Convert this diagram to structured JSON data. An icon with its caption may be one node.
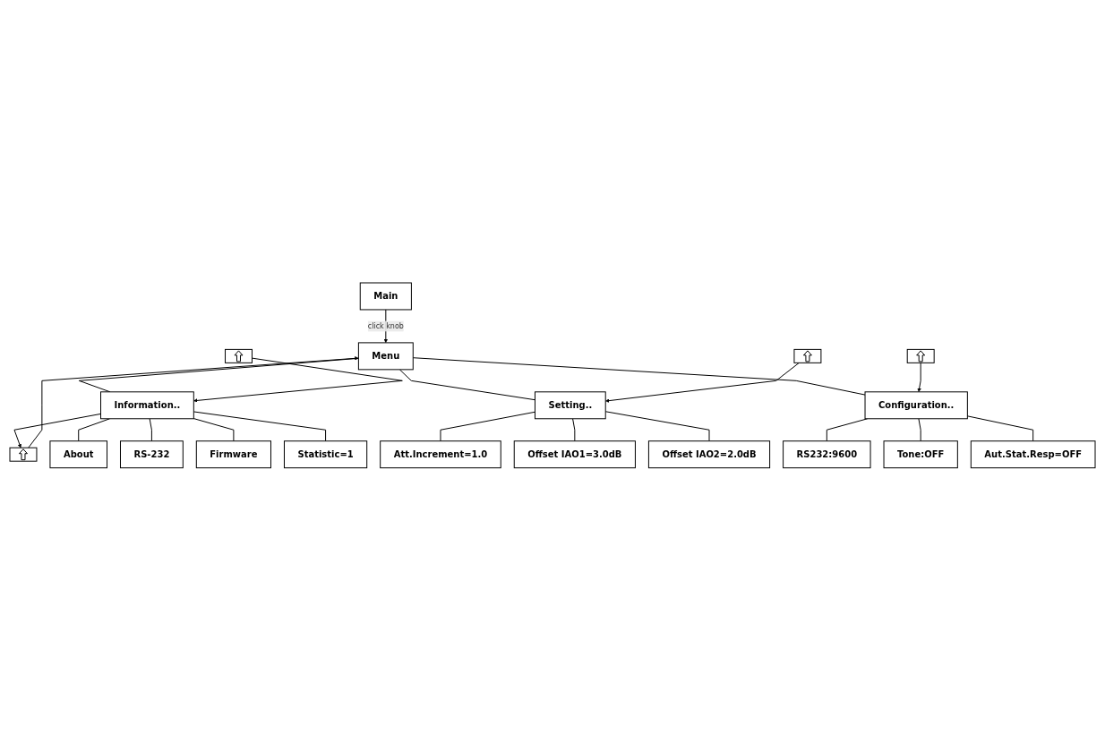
{
  "diagram": {
    "nodes": [
      {
        "text": [
          "Main"
        ]
      },
      {
        "text": [],
        "shape": "box"
      },
      {
        "text": [
          "Menu"
        ]
      },
      {
        "text": [
          "Information.."
        ]
      },
      {
        "text": [
          "Setting.."
        ]
      },
      {
        "text": [
          "Configuration.."
        ]
      },
      {
        "text": [],
        "shape": "box"
      },
      {
        "text": [
          "About"
        ]
      },
      {
        "text": [
          "RS-232"
        ]
      },
      {
        "text": [
          "Firmware"
        ]
      },
      {
        "text": [
          "Statistic=1"
        ]
      },
      {
        "text": [],
        "shape": "box"
      },
      {
        "text": [
          "Att.Increment=1.0"
        ]
      },
      {
        "text": [
          "Offset IAO1=3.0dB"
        ]
      },
      {
        "text": [
          "Offset IAO2=2.0dB"
        ]
      },
      {
        "text": [],
        "shape": "box"
      },
      {
        "text": [
          "RS232:9600"
        ]
      },
      {
        "text": [
          "Tone:OFF"
        ]
      },
      {
        "text": [
          "Aut.Stat.Resp=OFF"
        ]
      }
    ],
    "edges": [
      {
        "from": 0,
        "to": 2,
        "arrow": "to",
        "label": "click knob"
      },
      {
        "from": 1,
        "to": 2,
        "arrow": "to"
      },
      {
        "from": 2,
        "to": 3,
        "arrow": "none"
      },
      {
        "from": 2,
        "to": 4,
        "arrow": "none"
      },
      {
        "from": 2,
        "to": 5,
        "arrow": "none"
      },
      {
        "from": 3,
        "to": 1,
        "arrow": "to"
      },
      {
        "from": 6,
        "to": 3,
        "arrow": "to"
      },
      {
        "from": 3,
        "to": 7,
        "arrow": "none"
      },
      {
        "from": 3,
        "to": 8,
        "arrow": "none"
      },
      {
        "from": 3,
        "to": 9,
        "arrow": "none"
      },
      {
        "from": 3,
        "to": 10,
        "arrow": "none"
      },
      {
        "from": 11,
        "to": 4,
        "arrow": "to"
      },
      {
        "from": 4,
        "to": 12,
        "arrow": "none"
      },
      {
        "from": 4,
        "to": 13,
        "arrow": "none"
      },
      {
        "from": 4,
        "to": 14,
        "arrow": "none"
      },
      {
        "from": 15,
        "to": 5,
        "arrow": "to"
      },
      {
        "from": 5,
        "to": 16,
        "arrow": "none"
      },
      {
        "from": 5,
        "to": 17,
        "arrow": "none"
      },
      {
        "from": 5,
        "to": 18,
        "arrow": "none"
      }
    ]
  }
}
